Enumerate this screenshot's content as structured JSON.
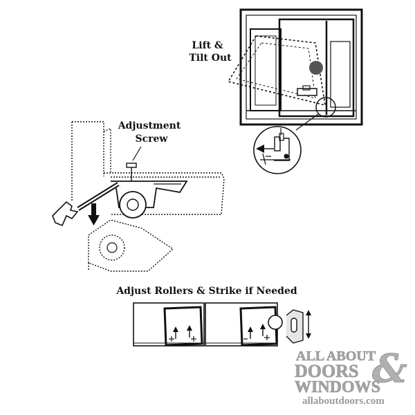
{
  "labels": {
    "lift_tilt_line1": "Lift &",
    "lift_tilt_line2": "Tilt Out",
    "adjustment_line1": "Adjustment",
    "adjustment_line2": "Screw",
    "adjust_rollers": "Adjust Rollers & Strike if Needed"
  },
  "watermark": {
    "line1": "ALL ABOUT",
    "line2": "DOORS",
    "ampersand": "&",
    "line3": "WINDOWS",
    "url": "allaboutdoors.com"
  },
  "colors": {
    "ink": "#111111",
    "watermark_gray": "#a3a3a3"
  }
}
